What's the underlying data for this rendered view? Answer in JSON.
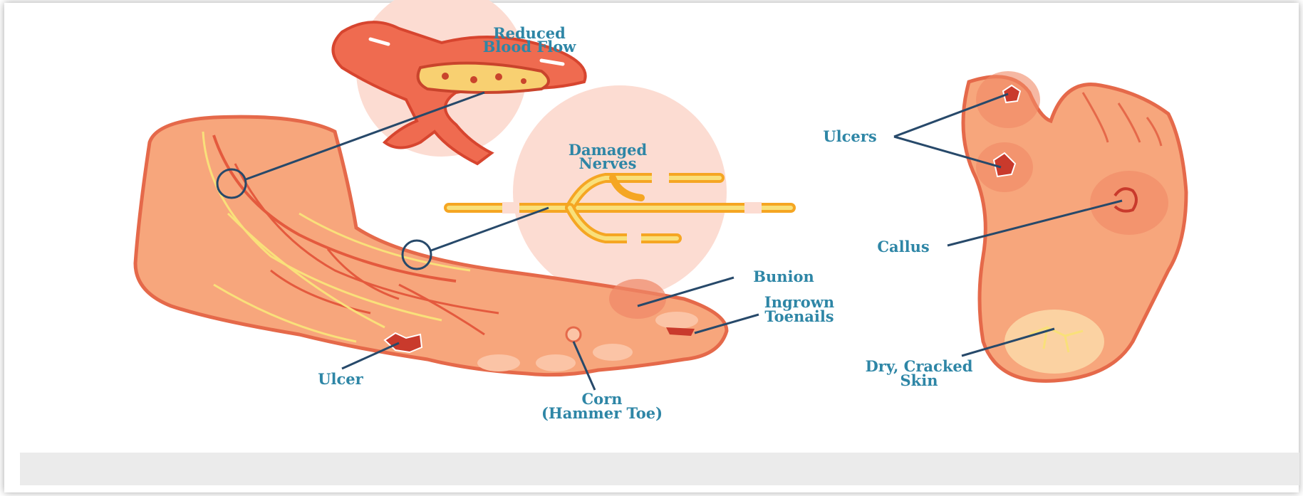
{
  "labels": {
    "reduced_blood_flow_1": "Reduced",
    "reduced_blood_flow_2": "Blood Flow",
    "damaged_nerves_1": "Damaged",
    "damaged_nerves_2": "Nerves",
    "bunion": "Bunion",
    "ingrown_1": "Ingrown",
    "ingrown_2": "Toenails",
    "ulcer": "Ulcer",
    "corn_1": "Corn",
    "corn_2": "(Hammer Toe)",
    "ulcers": "Ulcers",
    "callus": "Callus",
    "dry_1": "Dry, Cracked",
    "dry_2": "Skin"
  },
  "colors": {
    "label": "#2e86a6",
    "skin": "#f7a67c",
    "skin_outline": "#e5694a",
    "vein": "#e45a3e",
    "nerve": "#f7d26a",
    "bubble": "#fcdcd2",
    "leader": "#27496a"
  }
}
